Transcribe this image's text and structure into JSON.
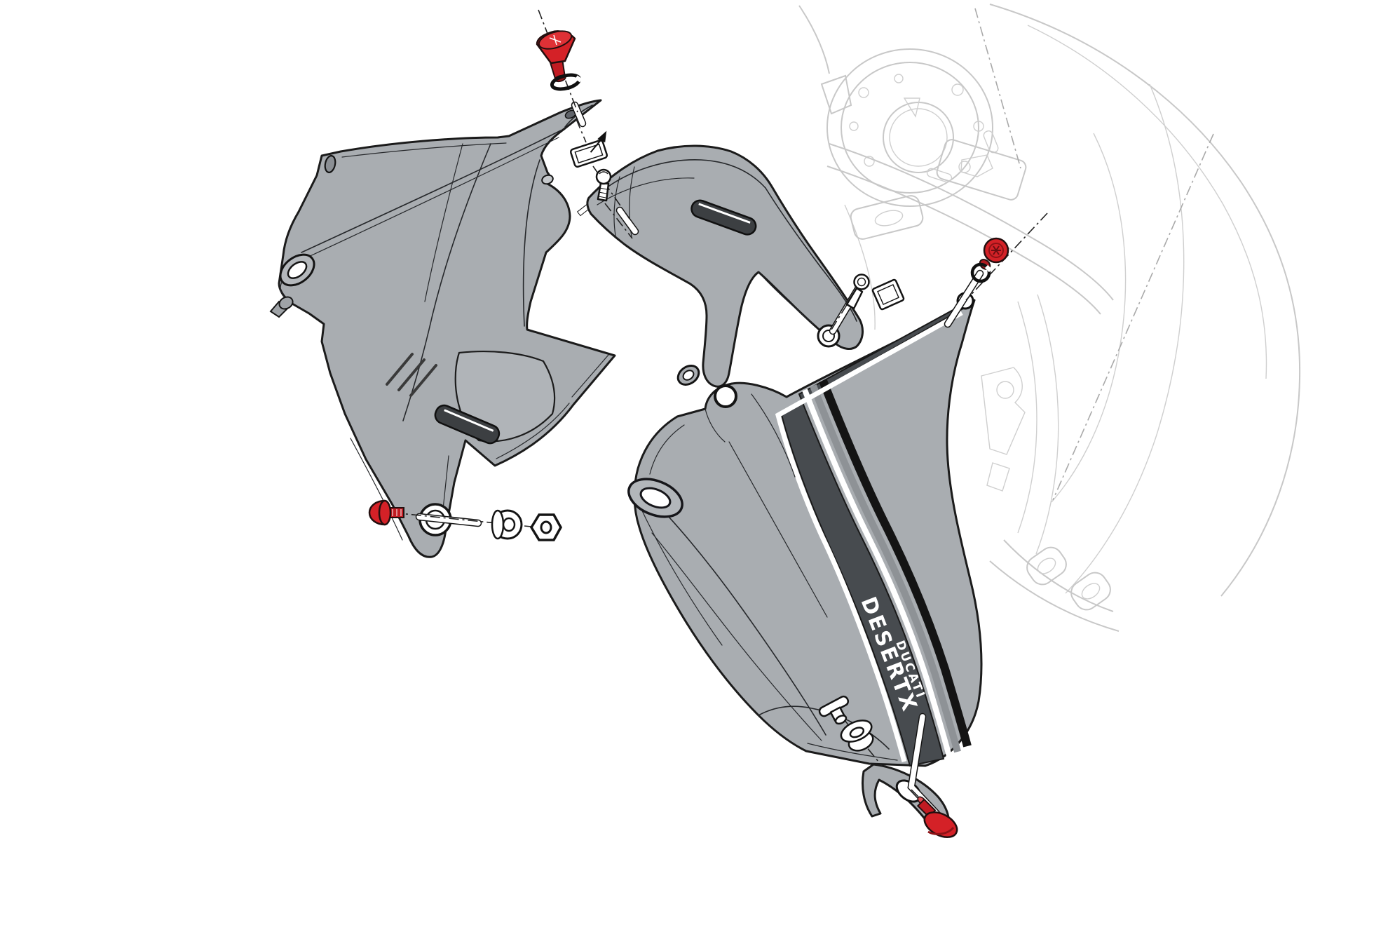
{
  "diagram": {
    "type": "exploded-parts-diagram",
    "subject": "motorcycle-side-fairing-panels-assembly",
    "decals": {
      "brand": "DUCATI",
      "model": "DESERTX"
    },
    "colors": {
      "background": "#ffffff",
      "panel_gray": "#a9adb1",
      "outline_black": "#1b1b1b",
      "band_dark_gray": "#474b4f",
      "stripe_mid_gray": "#8e9296",
      "stripe_black": "#141414",
      "stripe_white": "#ffffff",
      "fastener_red": "#d42127",
      "background_outline_gray": "#c8c8c8"
    },
    "parts": [
      {
        "name": "left-side-panel",
        "qty": 1
      },
      {
        "name": "right-side-panel-with-desertx-decal",
        "qty": 1
      },
      {
        "name": "center-air-duct-bracket",
        "qty": 1
      },
      {
        "name": "red-quick-release-screw",
        "qty": 4
      },
      {
        "name": "retaining-washer",
        "qty": 2
      },
      {
        "name": "rubber-spacer",
        "qty": 1
      },
      {
        "name": "hex-nut",
        "qty": 1
      },
      {
        "name": "speed-nut-clip",
        "qty": 2
      },
      {
        "name": "pan-head-screw",
        "qty": 2
      },
      {
        "name": "t-clip",
        "qty": 1
      },
      {
        "name": "well-nut-grommet",
        "qty": 1
      },
      {
        "name": "fuel-tank-reference-outline",
        "qty": 1
      }
    ]
  }
}
